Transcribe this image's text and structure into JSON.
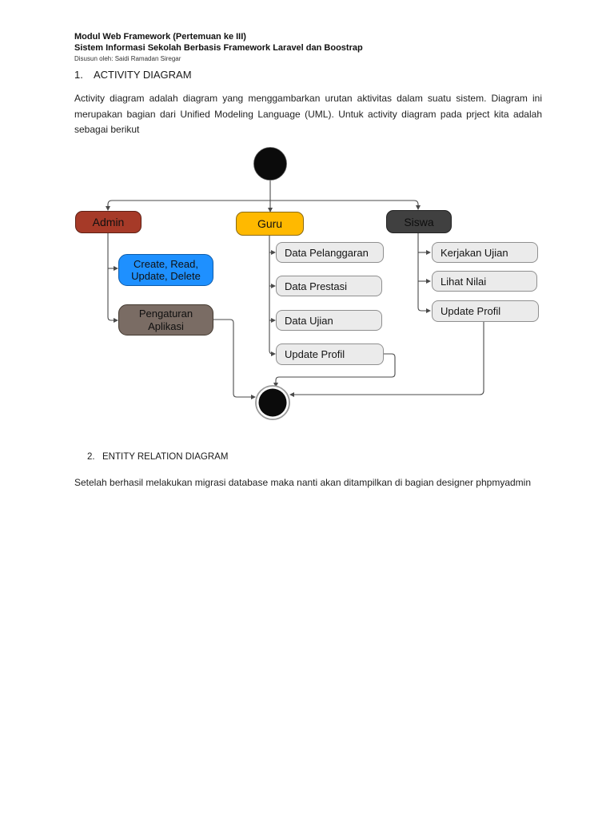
{
  "document": {
    "title_bold_1": "Modul Web Framework (Pertemuan ke III)",
    "title_bold_2": "Sistem Informasi Sekolah Berbasis Framework Laravel dan Boostrap",
    "byline": "Disusun oleh: Saidi Ramadan Siregar",
    "sections": [
      {
        "number": "1.",
        "title": "ACTIVITY DIAGRAM"
      },
      {
        "number": "2.",
        "title": "ENTITY RELATION DIAGRAM"
      }
    ],
    "paragraph_activity": "Activity diagram adalah diagram yang menggambarkan urutan aktivitas dalam suatu sistem. Diagram ini merupakan bagian dari Unified Modeling Language (UML). Untuk activity diagram pada prject kita adalah sebagai berikut",
    "paragraph_erd": "Setelah berhasil melakukan migrasi database maka nanti akan ditampilkan di bagian designer phpmyadmin"
  },
  "diagram": {
    "type": "uml-activity-diagram",
    "start_node": "initial-node",
    "end_node": "final-node",
    "actors": [
      {
        "label": "Admin",
        "color": "#A63A28"
      },
      {
        "label": "Guru",
        "color": "#FFB900"
      },
      {
        "label": "Siswa",
        "color": "#404040"
      }
    ],
    "admin_actions": [
      {
        "label": "Create, Read, Update, Delete",
        "color": "#1E90FF"
      },
      {
        "label": "Pengaturan Aplikasi",
        "color": "#7A6C64"
      }
    ],
    "guru_actions": [
      {
        "label": "Data Pelanggaran"
      },
      {
        "label": "Data Prestasi"
      },
      {
        "label": "Data Ujian"
      },
      {
        "label": "Update Profil"
      }
    ],
    "siswa_actions": [
      {
        "label": "Kerjakan Ujian"
      },
      {
        "label": "Lihat Nilai"
      },
      {
        "label": "Update Profil"
      }
    ],
    "action_fill": "#EBEBEB",
    "line_color": "#4a4a4a"
  }
}
